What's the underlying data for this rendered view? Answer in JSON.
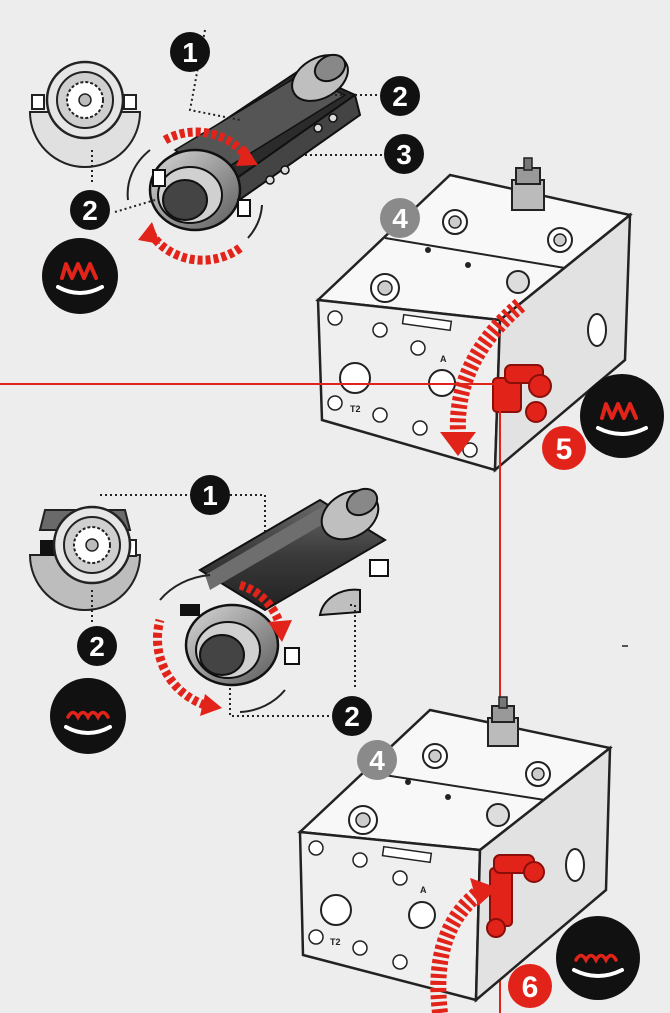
{
  "diagram": {
    "callouts": {
      "one": "1",
      "two": "2",
      "three": "3",
      "four": "4",
      "five": "5",
      "six": "6"
    },
    "port_labels": {
      "a": "A",
      "t2": "T2"
    },
    "colors": {
      "background": "#ededed",
      "accent_red": "#e2231a",
      "callout_black": "#111111",
      "callout_grey": "#8a8a8a",
      "body_light": "#f4f4f4",
      "outline": "#222222"
    },
    "icons": {
      "top_mode": "wave-high-icon",
      "bottom_mode": "wave-low-icon"
    }
  }
}
